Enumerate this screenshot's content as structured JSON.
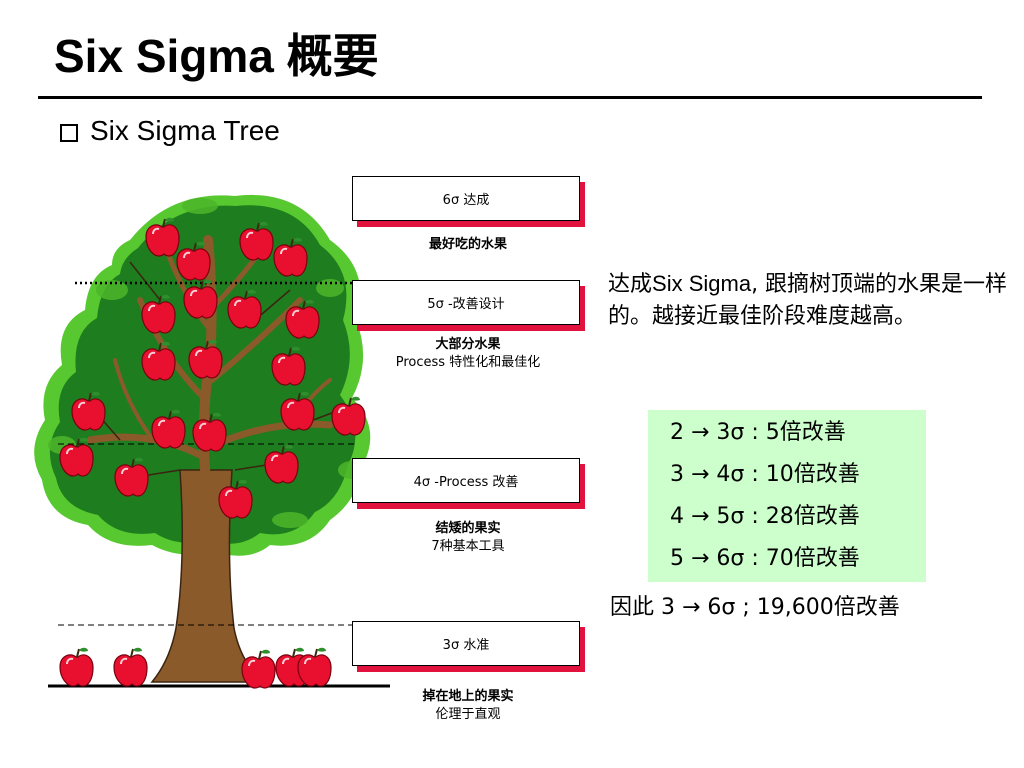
{
  "header": {
    "title": "Six Sigma 概要",
    "subtitle": "Six Sigma Tree"
  },
  "levels": [
    {
      "box_label": "6σ 达成",
      "caption_bold": "最好吃的水果",
      "caption_regular": ""
    },
    {
      "box_label": "5σ -改善设计",
      "caption_bold": "大部分水果",
      "caption_regular": "Process 特性化和最佳化"
    },
    {
      "box_label": "4σ -Process 改善",
      "caption_bold": "结矮的果实",
      "caption_regular": "7种基本工具"
    },
    {
      "box_label": "3σ 水准",
      "caption_bold": "掉在地上的果实",
      "caption_regular": "伦理于直观"
    }
  ],
  "description": {
    "part1": "达成",
    "part2": "Six Sigma",
    "part3": ",  跟摘树顶端的水果是一样的。越接近最佳阶段难度越高。"
  },
  "improvements": [
    {
      "text": "2 → 3σ :   5倍改善"
    },
    {
      "text": "3 → 4σ : 10倍改善"
    },
    {
      "text": "4 → 5σ : 28倍改善"
    },
    {
      "text": "5 → 6σ : 70倍改善"
    }
  ],
  "conclusion": "因此 3 → 6σ ; 19,600倍改善",
  "colors": {
    "apple": "#e8102e",
    "foliage_dark": "#1e7d1e",
    "foliage_light": "#57c82f",
    "trunk": "#8b5a2b",
    "box_shadow": "#e1123e",
    "improvement_background": "#ccffcc"
  }
}
